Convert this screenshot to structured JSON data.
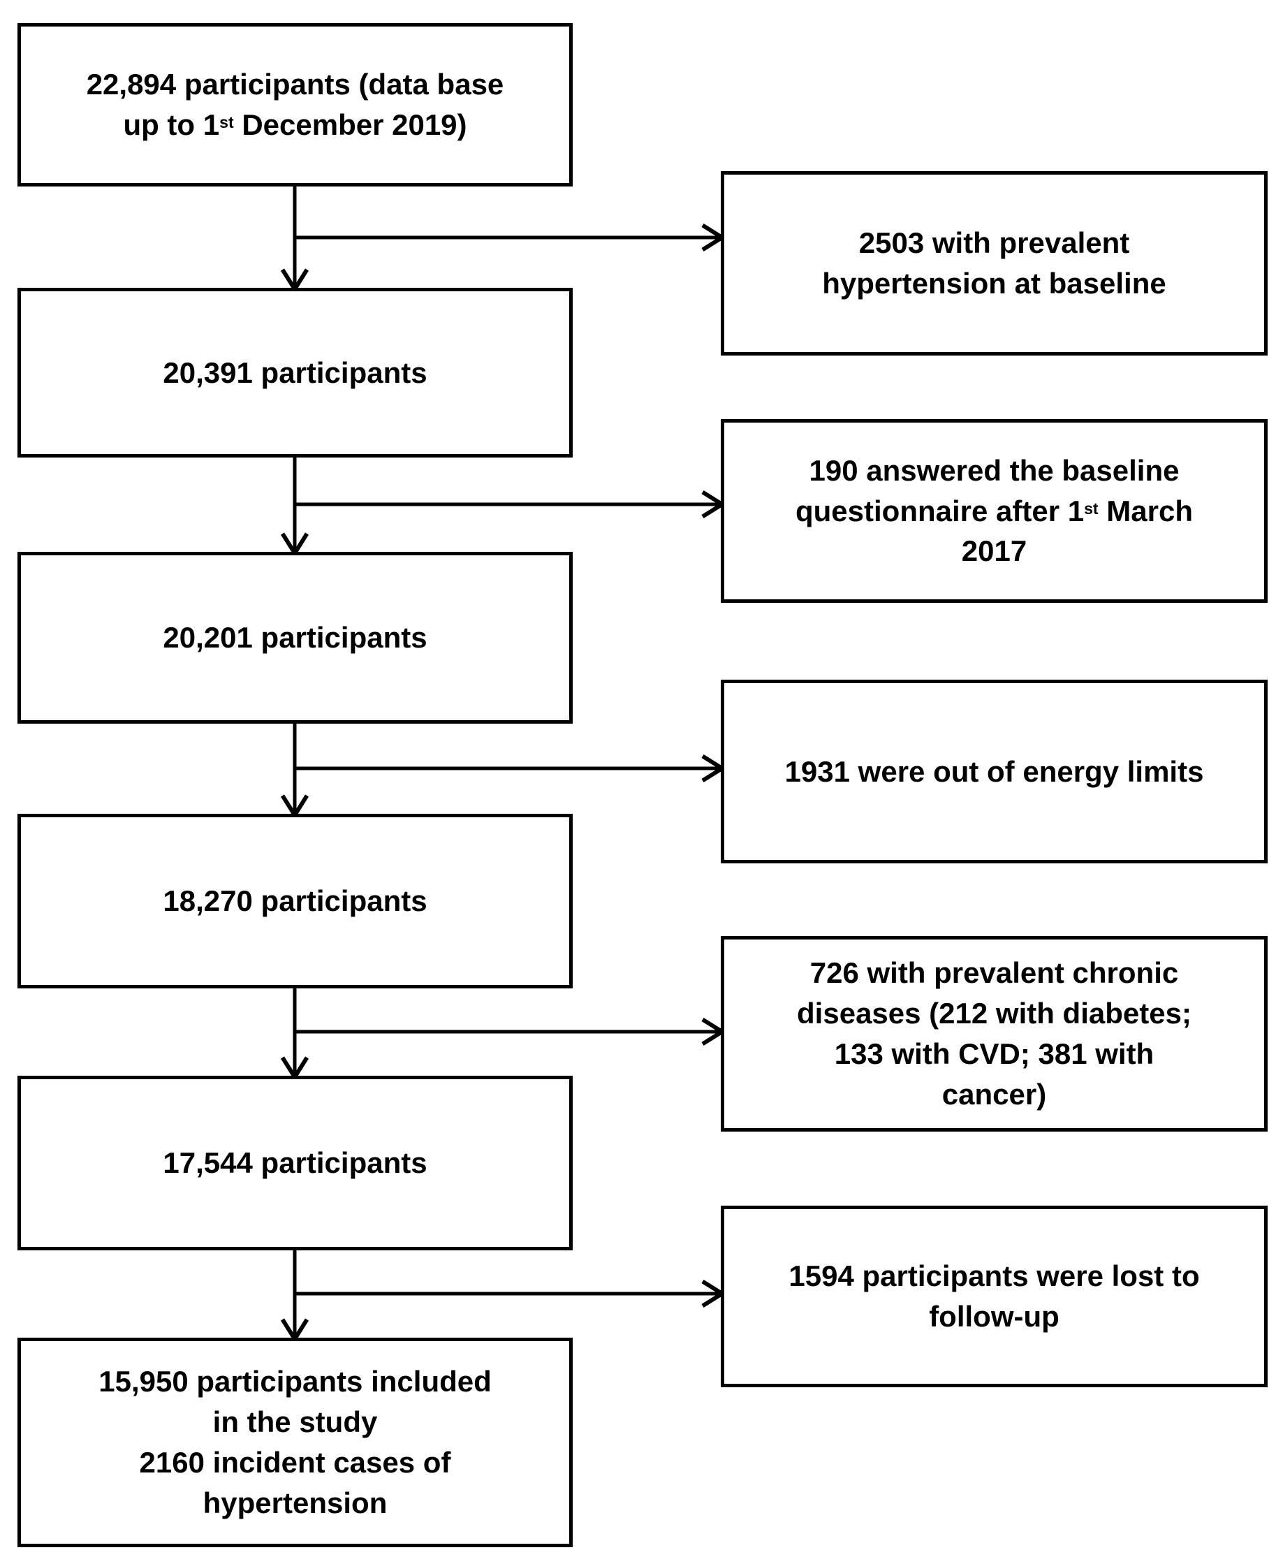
{
  "flow": {
    "colors": {
      "box_border": "#000000",
      "box_fill": "#ffffff",
      "text": "#000000",
      "background": "#ffffff",
      "arrow": "#000000"
    },
    "main_boxes": [
      {
        "lines": [
          "22,894 participants (data base",
          {
            "pre": "up to 1",
            "sup": "st",
            "post": " December 2019)"
          }
        ]
      },
      {
        "label": "20,391 participants"
      },
      {
        "label": "20,201 participants"
      },
      {
        "label": "18,270 participants"
      },
      {
        "label": "17,544 participants"
      },
      {
        "lines": [
          "15,950 participants included",
          "in the study",
          "2160 incident cases of",
          "hypertension"
        ]
      }
    ],
    "exclusion_boxes": [
      {
        "lines": [
          "2503 with prevalent",
          "hypertension at baseline"
        ]
      },
      {
        "lines": [
          "190 answered the baseline",
          {
            "pre": "questionnaire after 1",
            "sup": "st",
            "post": " March"
          },
          "2017"
        ]
      },
      {
        "label": "1931 were out of energy limits"
      },
      {
        "lines": [
          "726 with prevalent chronic",
          "diseases (212 with diabetes;",
          "133 with CVD; 381 with",
          "cancer)"
        ]
      },
      {
        "lines": [
          "1594 participants were lost to",
          "follow-up"
        ]
      }
    ]
  }
}
